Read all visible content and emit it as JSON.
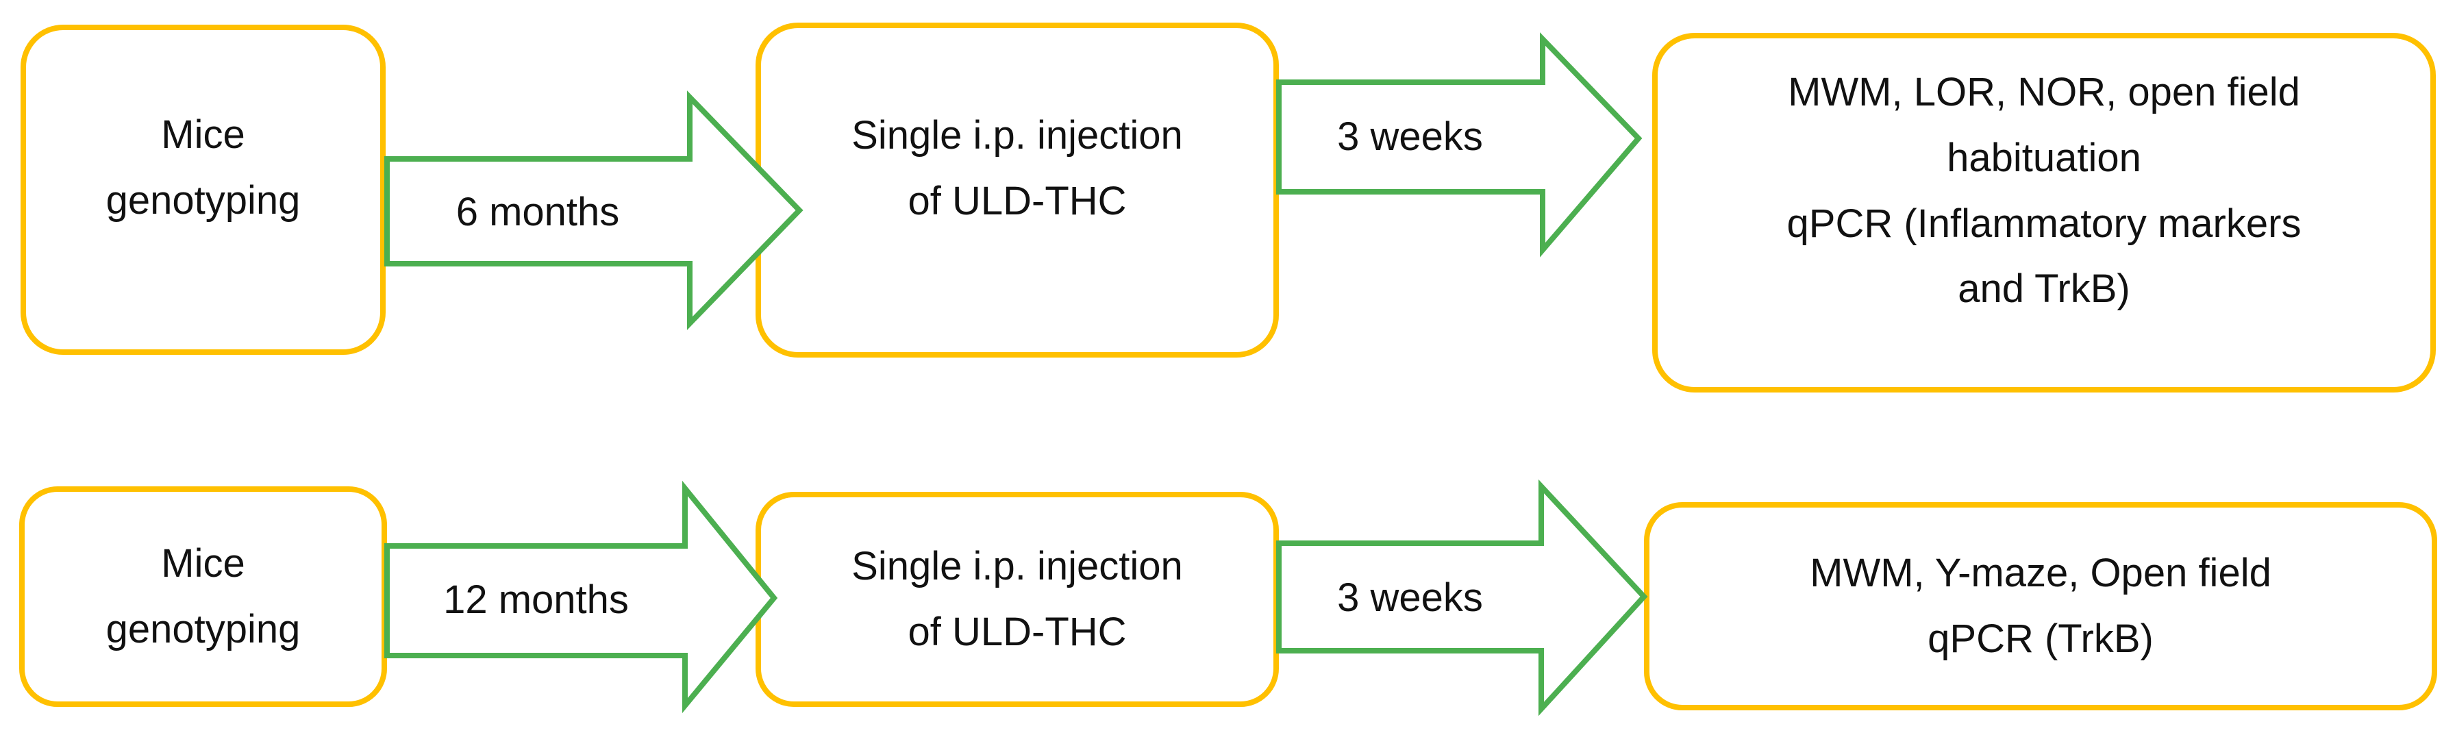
{
  "colors": {
    "box_border": "#FFC000",
    "arrow": "#4CAF50",
    "text": "#111111",
    "background": "#FFFFFF"
  },
  "rows": [
    {
      "id": "cohort-6-months",
      "box1": {
        "lines": [
          "Mice",
          "genotyping"
        ]
      },
      "arrow1": {
        "label": "6 months"
      },
      "box2": {
        "lines": [
          "Single i.p. injection",
          "of ULD-THC"
        ]
      },
      "arrow2": {
        "label": "3 weeks"
      },
      "box3": {
        "lines": [
          "MWM, LOR, NOR, open field",
          "habituation",
          "qPCR (Inflammatory markers",
          "and TrkB)"
        ]
      }
    },
    {
      "id": "cohort-12-months",
      "box1": {
        "lines": [
          "Mice",
          "genotyping"
        ]
      },
      "arrow1": {
        "label": "12 months"
      },
      "box2": {
        "lines": [
          "Single i.p. injection",
          "of ULD-THC"
        ]
      },
      "arrow2": {
        "label": "3 weeks"
      },
      "box3": {
        "lines": [
          "MWM, Y-maze, Open field",
          "qPCR (TrkB)"
        ]
      }
    }
  ]
}
